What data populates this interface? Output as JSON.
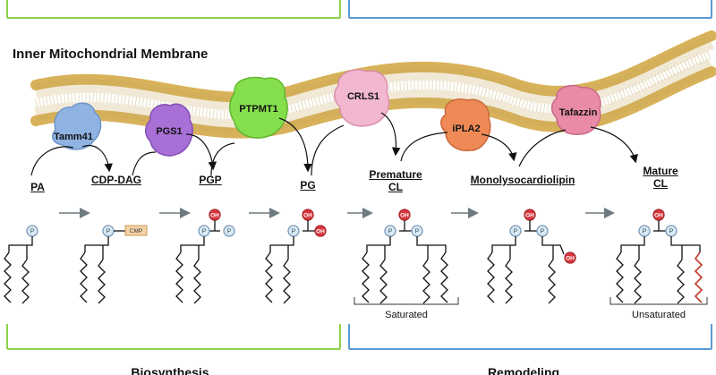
{
  "title": "Inner Mitochondrial Membrane",
  "enzymes": {
    "tamm41": "Tamm41",
    "pgs1": "PGS1",
    "ptpmt1": "PTPMT1",
    "crls1": "CRLS1",
    "ipla2": "iPLA2",
    "tafazzin": "Tafazzin"
  },
  "substrates": {
    "pa": "PA",
    "cdp_dag": "CDP-DAG",
    "pgp": "PGP",
    "pg": "PG",
    "premature_cl_1": "Premature",
    "premature_cl_2": "CL",
    "mlcl": "Monolysocardiolipin",
    "mature_cl_1": "Mature",
    "mature_cl_2": "CL"
  },
  "glyphs": {
    "phosphate": "P",
    "hydroxyl": "OH",
    "cmp": "CMP"
  },
  "brackets": {
    "saturated": "Saturated",
    "unsaturated": "Unsaturated"
  },
  "sections": {
    "biosynthesis": "Biosynthesis",
    "remodeling": "Remodeling"
  },
  "colors": {
    "biosynthesis_line": "#8ed14a",
    "remodeling_line": "#5b9bd5",
    "lipid_head": "#e8c86a",
    "oh_red": "#d9363e",
    "phosphate_blue": "#dbe9f6",
    "unsaturated_tail": "#c0392b",
    "tamm41": "#8fb3e3",
    "pgs1": "#a86fd6",
    "ptpmt1": "#86e04d",
    "crls1": "#f2b8d0",
    "ipla2": "#ef8a57",
    "tafazzin": "#e98aa7"
  },
  "icons": [
    "membrane-bilayer",
    "protein-blob",
    "reaction-arrow",
    "phosphate-circle",
    "hydroxyl-tag",
    "fatty-acid-chain"
  ]
}
